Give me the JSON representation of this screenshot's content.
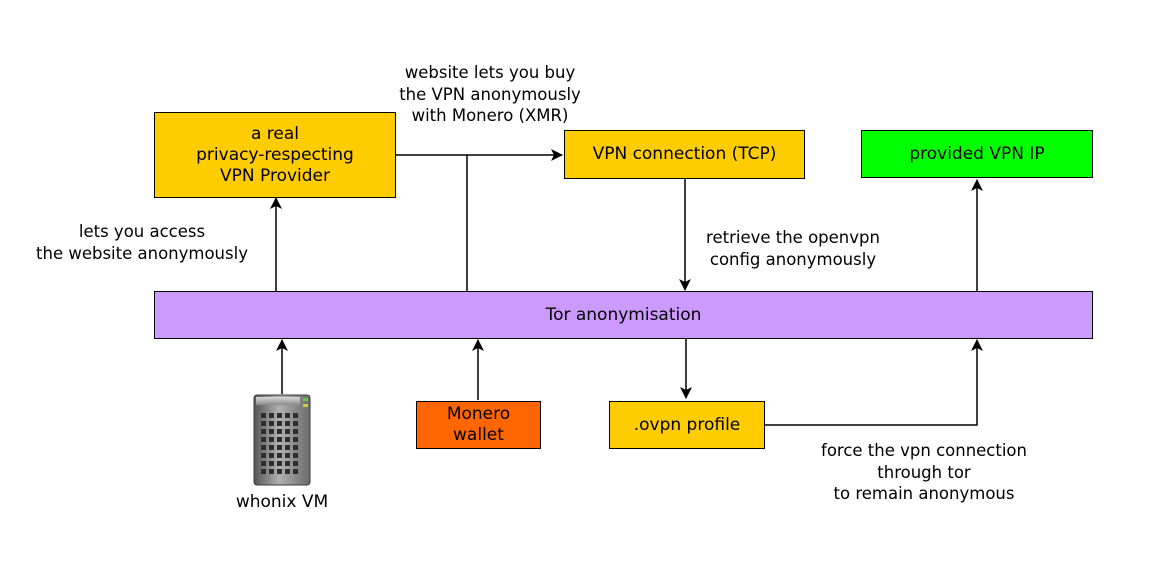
{
  "colors": {
    "provider": "#ffcc00",
    "vpn_connection": "#ffcc00",
    "provided_ip": "#00ff00",
    "tor": "#cc99ff",
    "monero_wallet": "#ff6600",
    "ovpn_profile": "#ffcc00",
    "stroke": "#000000"
  },
  "nodes": {
    "provider": {
      "lines": [
        "a real",
        "privacy-respecting",
        "VPN Provider"
      ]
    },
    "vpn_connection": {
      "label": "VPN connection (TCP)"
    },
    "provided_ip": {
      "label": "provided VPN IP"
    },
    "tor": {
      "label": "Tor anonymisation"
    },
    "monero_wallet": {
      "lines": [
        "Monero",
        "wallet"
      ]
    },
    "ovpn_profile": {
      "label": ".ovpn profile"
    },
    "whonix": {
      "label": "whonix VM",
      "icon": "server-icon"
    }
  },
  "edge_labels": {
    "buy": {
      "lines": [
        "website lets you buy",
        "the VPN anonymously",
        "with Monero (XMR)"
      ]
    },
    "access": {
      "lines": [
        "lets you access",
        "the website anonymously"
      ]
    },
    "retrieve": {
      "lines": [
        "retrieve the openvpn",
        "config anonymously"
      ]
    },
    "force": {
      "lines": [
        "force the vpn connection",
        "through tor",
        "to remain anonymous"
      ]
    }
  }
}
